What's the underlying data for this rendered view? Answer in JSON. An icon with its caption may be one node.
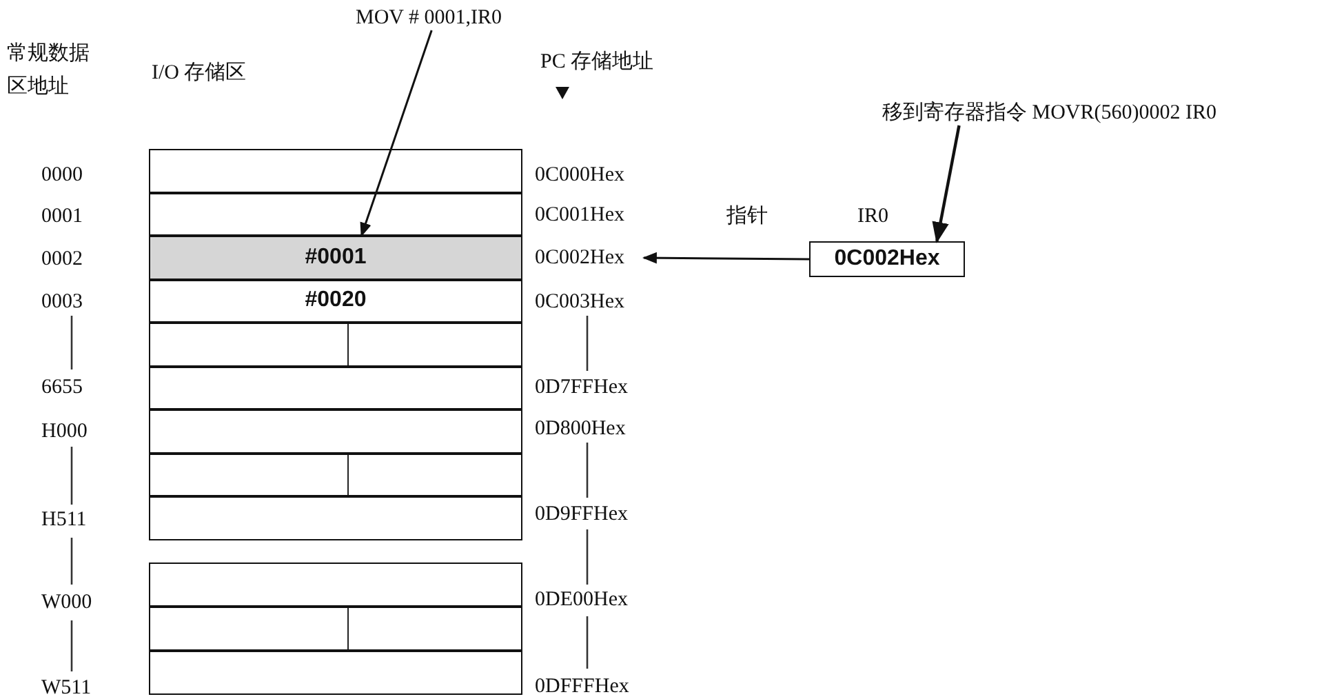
{
  "diagram": {
    "nodes": [
      {
        "text": [
          "MOV # 0001,IR0"
        ]
      },
      {
        "text": [
          "移到寄存器指令 MOVR(560)0002 IR0"
        ]
      },
      {
        "text": [],
        "shape": "box"
      },
      {
        "text": [],
        "shape": "box"
      },
      {
        "text": [
          "#0001"
        ]
      },
      {
        "text": [
          "#0020"
        ]
      },
      {
        "text": [],
        "shape": "box"
      },
      {
        "text": [],
        "shape": "box"
      },
      {
        "text": [],
        "shape": "box"
      },
      {
        "text": [],
        "shape": "box"
      },
      {
        "text": [],
        "shape": "box"
      },
      {
        "text": [],
        "shape": "box"
      },
      {
        "text": [],
        "shape": "box"
      },
      {
        "text": [],
        "shape": "box"
      },
      {
        "text": [
          "0C002Hex"
        ]
      },
      {
        "text": [
          "0C002Hex"
        ],
        "beside": [
          "IR0"
        ]
      }
    ],
    "edges": [
      {
        "from": 0,
        "to": 4,
        "arrow": "to"
      },
      {
        "from": 1,
        "to": 15,
        "arrow": "to"
      },
      {
        "from": 15,
        "to": 14,
        "arrow": "to",
        "label": "指针"
      }
    ],
    "labels": [
      "常规数据区地址",
      "I/O 存储区",
      "PC 存储地址",
      "0000",
      "0001",
      "0002",
      "0003",
      "6655",
      "H000",
      "H511",
      "W000",
      "W511",
      "0C000Hex",
      "0C001Hex",
      "0C003Hex",
      "0D7FFHex",
      "0D800Hex",
      "0D9FFHex",
      "0DE00Hex",
      "0DFFFHex"
    ]
  }
}
